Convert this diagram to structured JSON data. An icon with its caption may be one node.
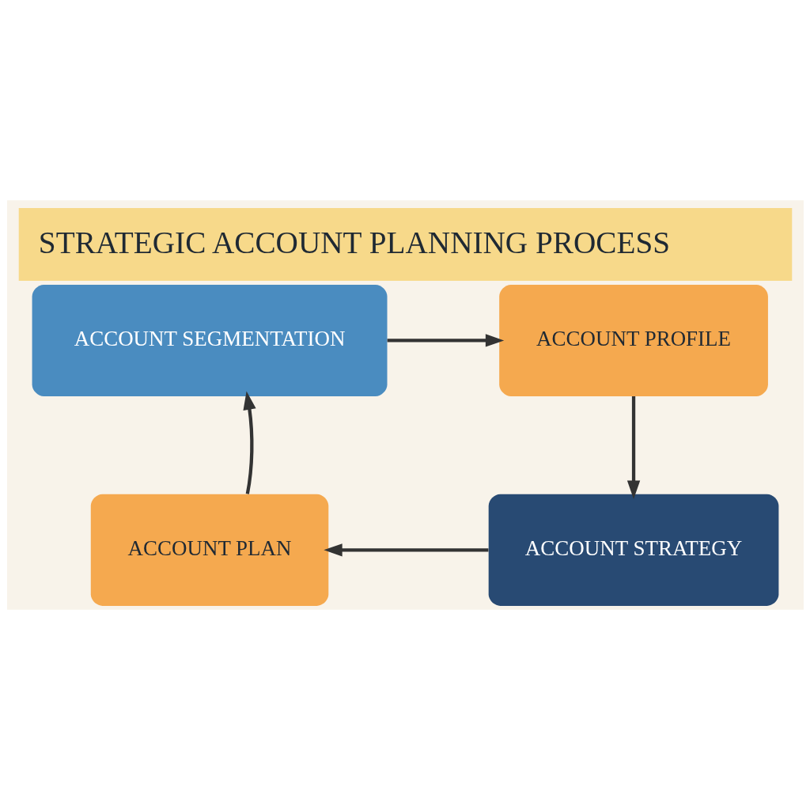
{
  "diagram": {
    "title": "STRATEGIC ACCOUNT PLANNING PROCESS",
    "nodes": [
      {
        "text": [
          "ACCOUNT SEGMENTATION"
        ]
      },
      {
        "text": [
          "ACCOUNT PROFILE"
        ]
      },
      {
        "text": [
          "ACCOUNT STRATEGY"
        ]
      },
      {
        "text": [
          "ACCOUNT PLAN"
        ]
      }
    ],
    "edges": [
      {
        "from": 0,
        "to": 1,
        "arrow": "to"
      },
      {
        "from": 1,
        "to": 2,
        "arrow": "to"
      },
      {
        "from": 2,
        "to": 3,
        "arrow": "to"
      },
      {
        "from": 3,
        "to": 0,
        "arrow": "to"
      }
    ]
  }
}
